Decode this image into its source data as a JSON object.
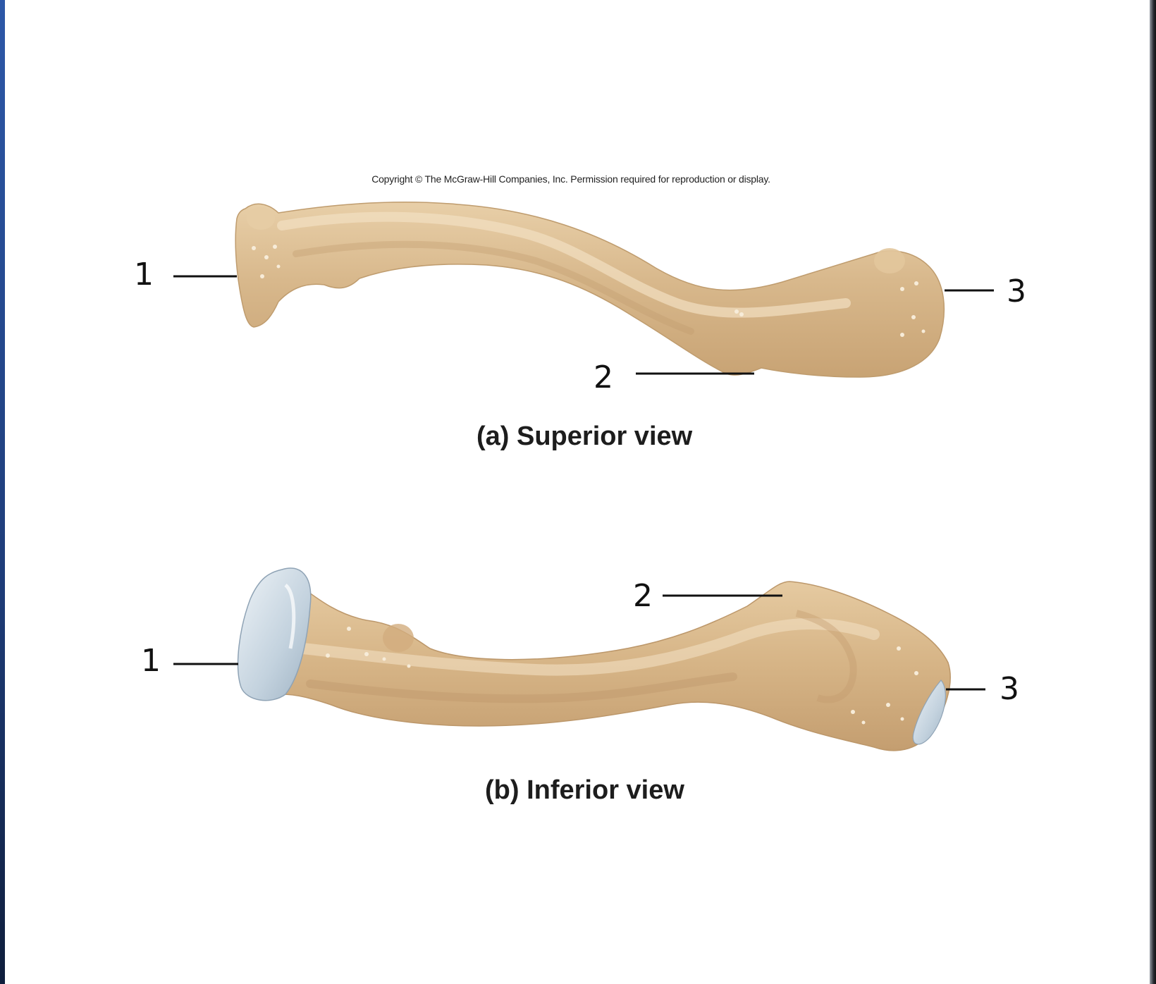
{
  "copyright": "Copyright © The McGraw-Hill Companies, Inc. Permission required for reproduction or display.",
  "views": {
    "superior": {
      "caption": "(a) Superior view",
      "labels": {
        "one": "1",
        "two": "2",
        "three": "3"
      }
    },
    "inferior": {
      "caption": "(b) Inferior view",
      "labels": {
        "one": "1",
        "two": "2",
        "three": "3"
      }
    }
  },
  "colors": {
    "bone": "#d9b98f",
    "bone_light": "#ecd6b3",
    "bone_shadow": "#b8966a",
    "cartilage": "#c9d6e0",
    "leader_line": "#111111",
    "frame_left": "#1e3c78"
  }
}
